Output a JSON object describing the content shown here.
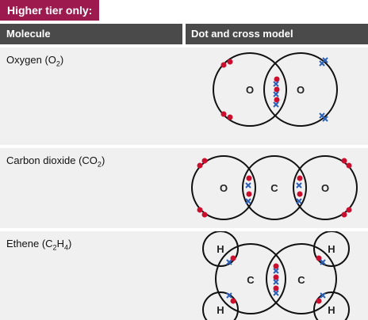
{
  "banner": {
    "label": "Higher tier only:"
  },
  "table": {
    "headers": {
      "molecule": "Molecule",
      "model": "Dot and cross model"
    },
    "rows": [
      {
        "name": "Oxygen",
        "formula_pre": "(O",
        "formula_sub": "2",
        "formula_post": ")",
        "atoms": [
          "O",
          "O"
        ]
      },
      {
        "name": "Carbon dioxide",
        "formula_pre": "(CO",
        "formula_sub": "2",
        "formula_post": ")",
        "atoms": [
          "O",
          "C",
          "O"
        ]
      },
      {
        "name": "Ethene",
        "formula_pre": "(C",
        "formula_sub": "2",
        "formula_mid": "H",
        "formula_sub2": "4",
        "formula_post": ")",
        "atoms": [
          "H",
          "H",
          "C",
          "C",
          "H",
          "H"
        ]
      }
    ]
  },
  "colors": {
    "banner": "#9d1a4e",
    "header": "#4a4a4a",
    "row": "#f0f0f0",
    "dot": "#cc0e2e",
    "cross": "#2b5fb8"
  }
}
